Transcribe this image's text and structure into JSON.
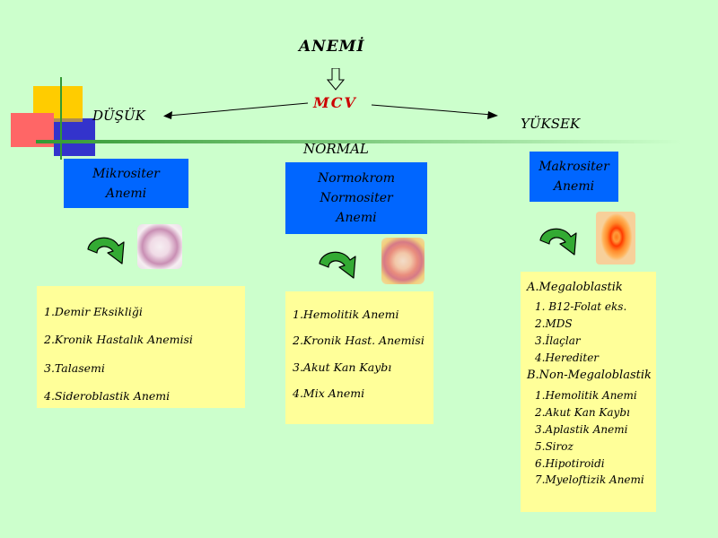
{
  "title": "ANEMİ",
  "center": "MCV",
  "levels": {
    "low": "DÜŞÜK",
    "normal": "NORMAL",
    "high": "YÜKSEK"
  },
  "categories": {
    "micro": {
      "line1": "Mikrositer",
      "line2": "Anemi"
    },
    "normo": {
      "line1": "Normokrom",
      "line2": "Normositer",
      "line3": "Anemi"
    },
    "macro": {
      "line1": "Makrositer",
      "line2": "Anemi"
    }
  },
  "lists": {
    "micro": [
      "1.Demir Eksikliği",
      "2.Kronik Hastalık Anemisi",
      "3.Talasemi",
      "4.Sideroblastik Anemi"
    ],
    "normo": [
      "1.Hemolitik Anemi",
      "2.Kronik Hast. Anemisi",
      "3.Akut Kan Kaybı",
      "4.Mix Anemi"
    ],
    "macro": {
      "a_heading": "A.Megaloblastik",
      "a_items": [
        "1. B12-Folat eks.",
        "2.MDS",
        "3.İlaçlar",
        "4.Herediter"
      ],
      "b_heading": "B.Non-Megaloblastik",
      "b_items": [
        "1.Hemolitik Anemi",
        "2.Akut Kan Kaybı",
        "3.Aplastik Anemi",
        "5.Siroz",
        "6.Hipotiroidi",
        "7.Myeloftizik Anemi"
      ]
    }
  },
  "colors": {
    "background": "#ccffcc",
    "category_box": "#0066ff",
    "list_box": "#ffff99",
    "mcv_text": "#cc0000",
    "curved_arrow": "#33aa33"
  }
}
